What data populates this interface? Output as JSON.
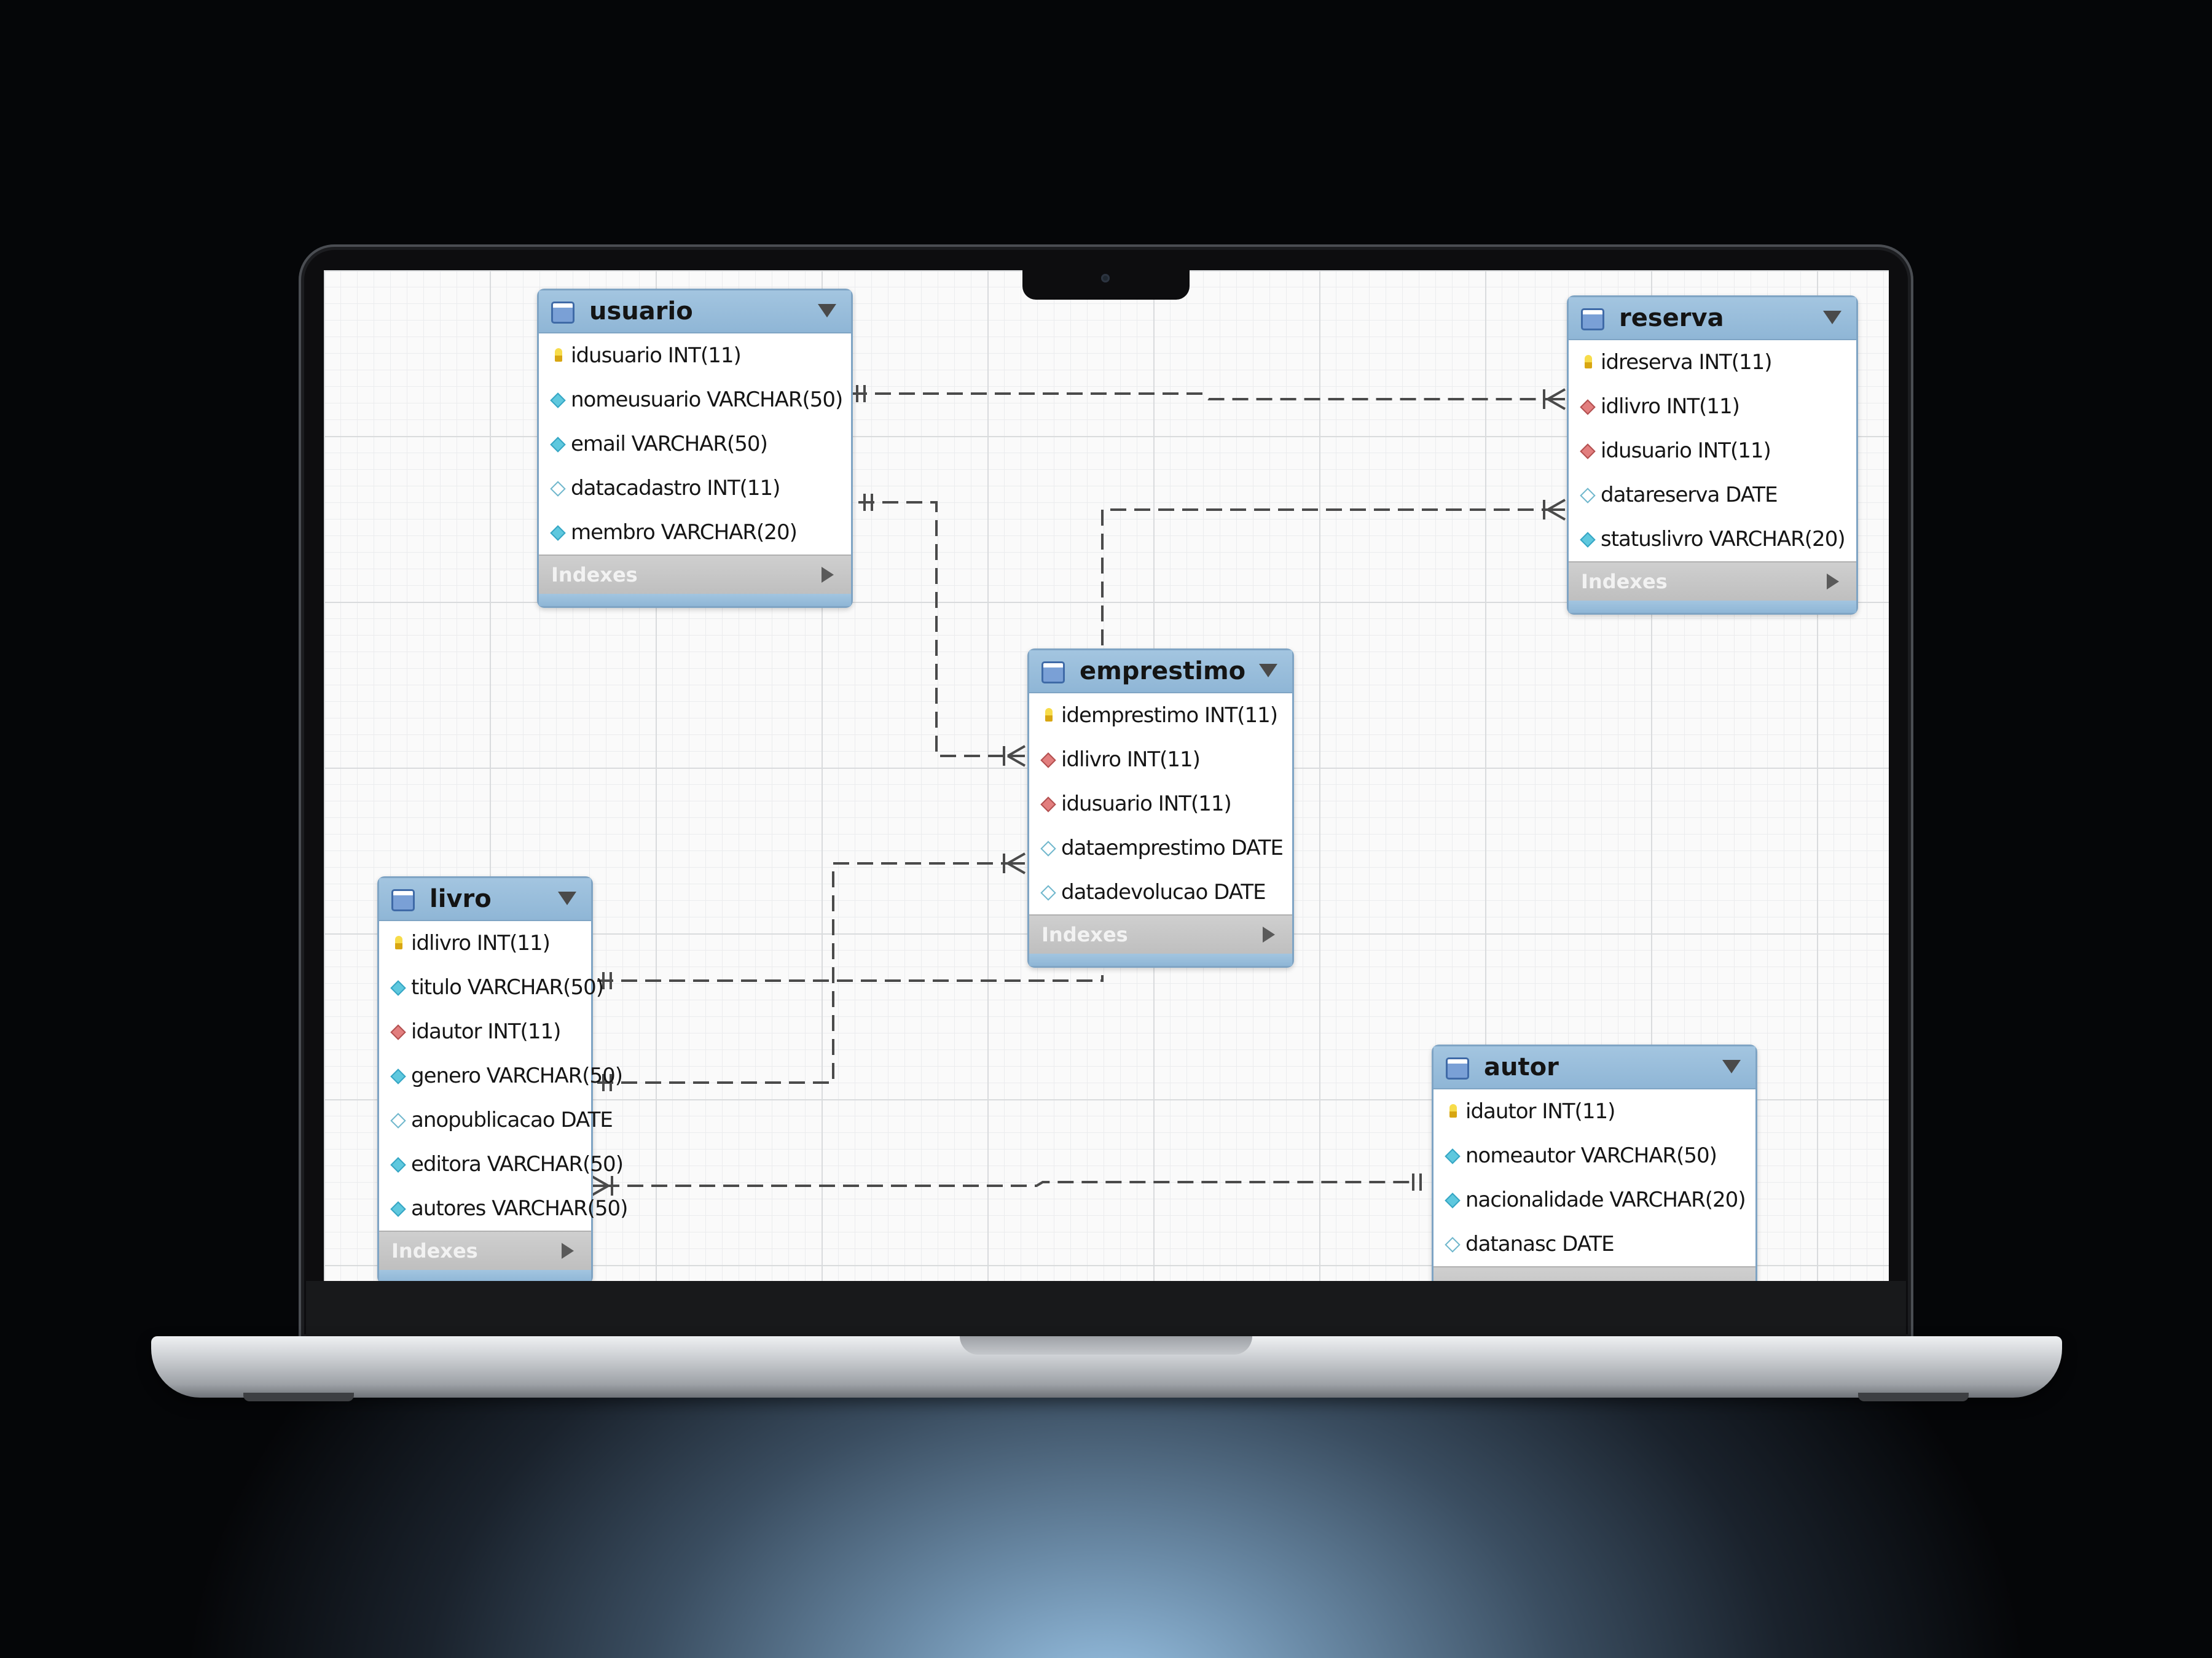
{
  "diagram": {
    "tables": [
      {
        "id": "usuario",
        "name": "usuario",
        "has_indexes": true,
        "columns": [
          {
            "text": "idusuario INT(11)",
            "kind": "pk"
          },
          {
            "text": "nomeusuario VARCHAR(50)",
            "kind": "notnull"
          },
          {
            "text": "email VARCHAR(50)",
            "kind": "notnull"
          },
          {
            "text": "datacadastro INT(11)",
            "kind": "nullable"
          },
          {
            "text": "membro VARCHAR(20)",
            "kind": "notnull"
          }
        ]
      },
      {
        "id": "reserva",
        "name": "reserva",
        "has_indexes": true,
        "columns": [
          {
            "text": "idreserva INT(11)",
            "kind": "pk"
          },
          {
            "text": "idlivro INT(11)",
            "kind": "fk"
          },
          {
            "text": "idusuario INT(11)",
            "kind": "fk"
          },
          {
            "text": "datareserva DATE",
            "kind": "nullable"
          },
          {
            "text": "statuslivro VARCHAR(20)",
            "kind": "notnull"
          }
        ]
      },
      {
        "id": "emprestimo",
        "name": "emprestimo",
        "has_indexes": true,
        "columns": [
          {
            "text": "idemprestimo INT(11)",
            "kind": "pk"
          },
          {
            "text": "idlivro INT(11)",
            "kind": "fk"
          },
          {
            "text": "idusuario INT(11)",
            "kind": "fk"
          },
          {
            "text": "dataemprestimo DATE",
            "kind": "nullable"
          },
          {
            "text": "datadevolucao DATE",
            "kind": "nullable"
          }
        ]
      },
      {
        "id": "livro",
        "name": "livro",
        "has_indexes": true,
        "columns": [
          {
            "text": "idlivro INT(11)",
            "kind": "pk"
          },
          {
            "text": "titulo VARCHAR(50)",
            "kind": "notnull"
          },
          {
            "text": "idautor INT(11)",
            "kind": "fk"
          },
          {
            "text": "genero VARCHAR(50)",
            "kind": "notnull"
          },
          {
            "text": "anopublicacao DATE",
            "kind": "nullable"
          },
          {
            "text": "editora VARCHAR(50)",
            "kind": "notnull"
          },
          {
            "text": "autores VARCHAR(50)",
            "kind": "notnull"
          }
        ]
      },
      {
        "id": "autor",
        "name": "autor",
        "has_indexes": false,
        "columns": [
          {
            "text": "idautor INT(11)",
            "kind": "pk"
          },
          {
            "text": "nomeautor VARCHAR(50)",
            "kind": "notnull"
          },
          {
            "text": "nacionalidade VARCHAR(20)",
            "kind": "notnull"
          },
          {
            "text": "datanasc DATE",
            "kind": "nullable"
          }
        ]
      }
    ],
    "indexes_label": "Indexes",
    "relationships": [
      {
        "from": "usuario",
        "to": "reserva",
        "from_end": "one",
        "to_end": "many"
      },
      {
        "from": "usuario",
        "to": "emprestimo",
        "from_end": "one",
        "to_end": "many"
      },
      {
        "from": "emprestimo",
        "to": "reserva",
        "from_end": "none",
        "to_end": "many"
      },
      {
        "from": "livro",
        "to": "emprestimo",
        "from_end": "one",
        "to_end": "none"
      },
      {
        "from": "livro",
        "to": "emprestimo",
        "from_end": "one",
        "to_end": "many"
      },
      {
        "from": "livro",
        "to": "autor",
        "from_end": "many",
        "to_end": "one"
      }
    ],
    "icon_names": {
      "pk": "primary-key-icon",
      "notnull": "not-null-column-icon",
      "fk": "foreign-key-icon",
      "nullable": "nullable-column-icon"
    }
  }
}
